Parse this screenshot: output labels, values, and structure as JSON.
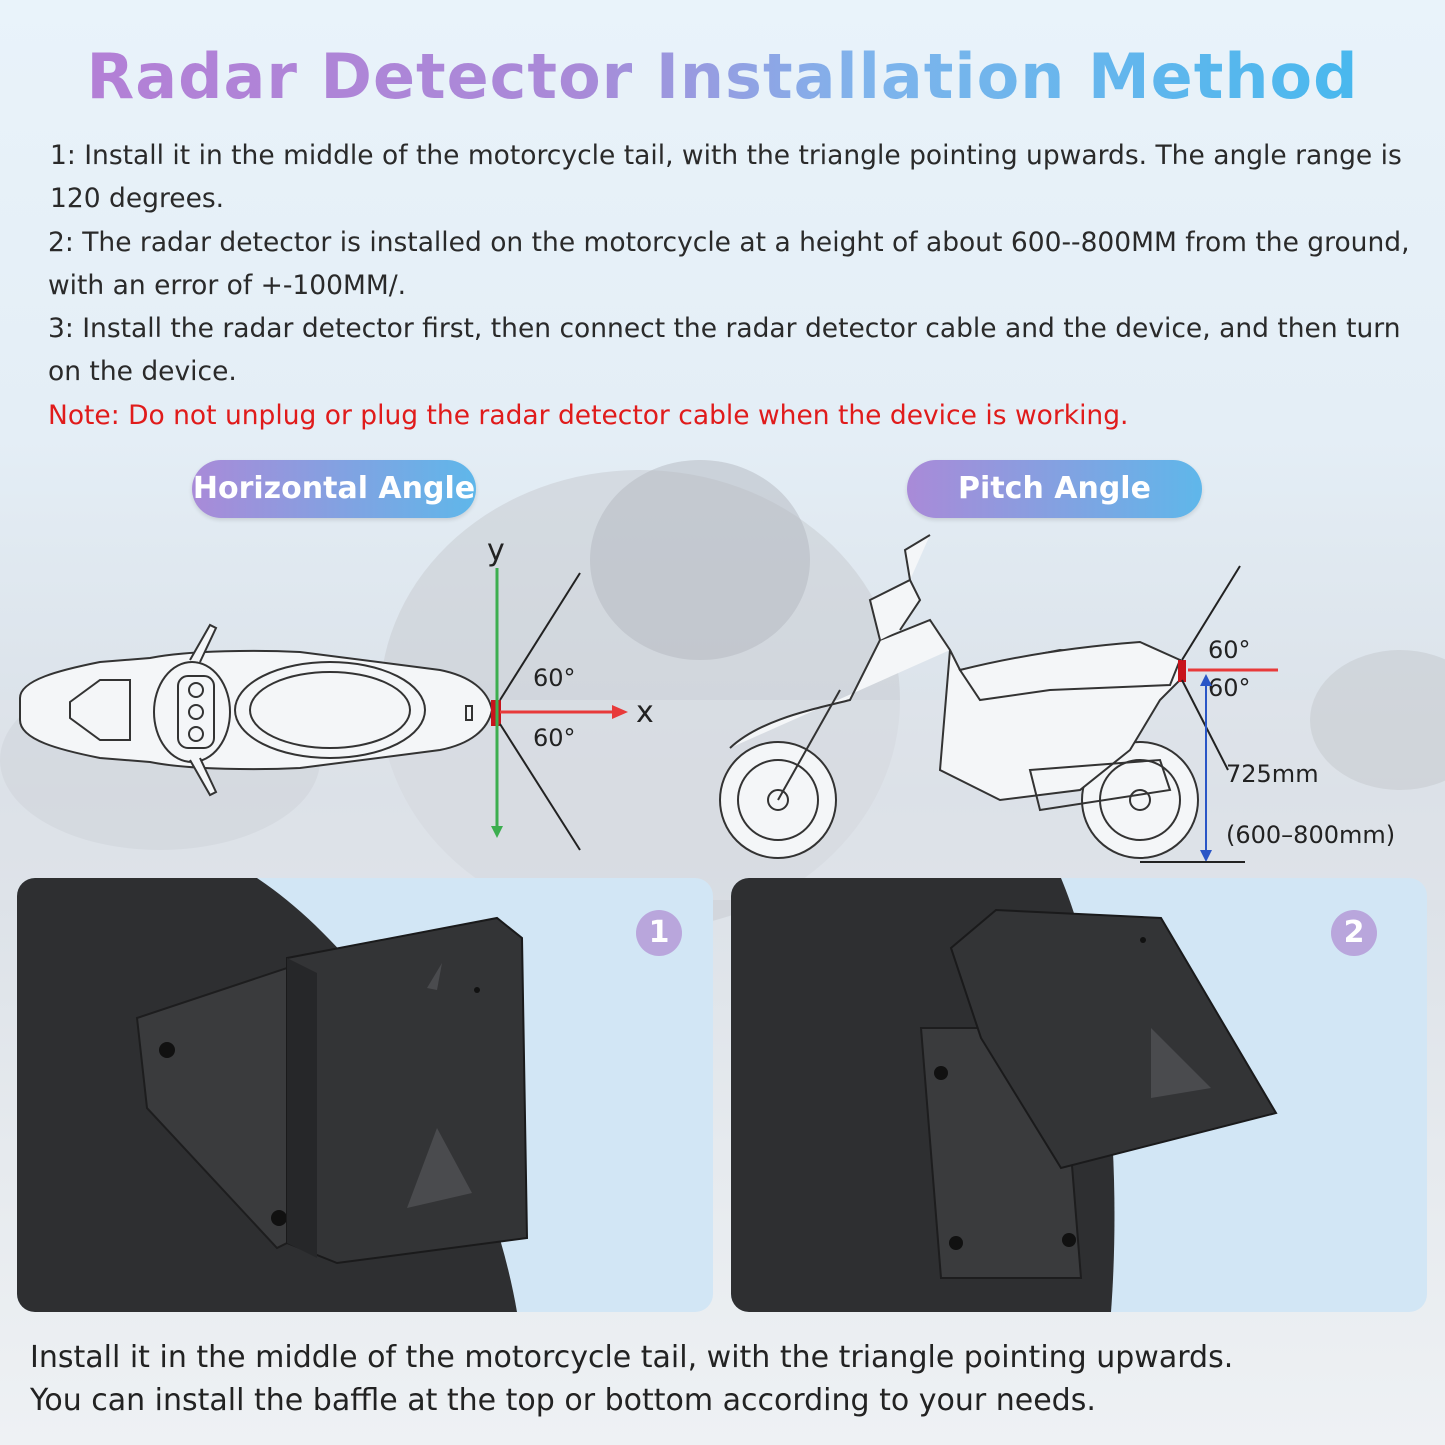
{
  "title": {
    "part1": "Radar Detector",
    "part2": "Installation Method"
  },
  "instructions": [
    "1: Install it in the middle of the motorcycle tail, with the triangle pointing upwards. The angle range is 120 degrees.",
    "2: The radar detector is installed on the motorcycle at a height of about 600--800MM from the ground, with an error of +-100MM/.",
    "3: Install the radar detector first, then connect the radar detector cable and the device, and then turn on the device."
  ],
  "note": "Note: Do not unplug or plug the radar detector cable when the device is working.",
  "horizontal": {
    "label": "Horizontal Angle",
    "axis_y": "y",
    "axis_x": "x",
    "angle_top": "60°",
    "angle_bottom": "60°"
  },
  "pitch": {
    "label": "Pitch Angle",
    "angle_top": "60°",
    "angle_bottom": "60°",
    "height": "725mm",
    "height_range": "(600–800mm)"
  },
  "photos": [
    {
      "badge": "1"
    },
    {
      "badge": "2"
    }
  ],
  "bottom_text": [
    "Install it in the middle of the motorcycle tail, with the triangle pointing upwards.",
    "You can install the baffle at the top or bottom according to your needs."
  ],
  "colors": {
    "note": "#e01b1b",
    "x_axis": "#e83a3a",
    "y_axis": "#3cae4f",
    "badge": "#b9a6dc",
    "panel": "#d2e6f5"
  }
}
